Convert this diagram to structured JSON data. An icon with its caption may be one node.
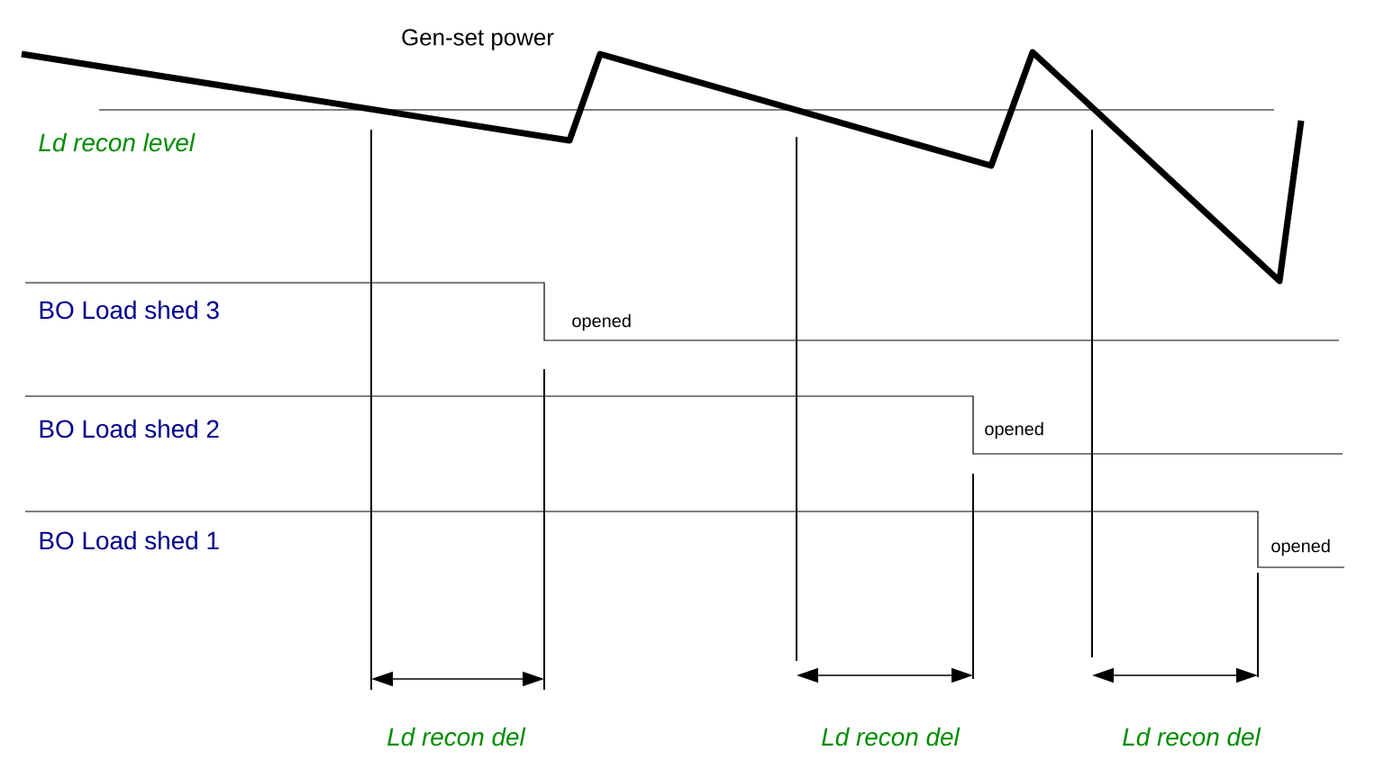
{
  "diagram": {
    "labels": [
      "Gen-set power",
      "Ld recon level",
      "BO Load shed 3",
      "opened",
      "BO Load shed 2",
      "opened",
      "BO Load shed 1",
      "opened",
      "Ld recon del",
      "Ld recon del",
      "Ld recon del"
    ]
  }
}
